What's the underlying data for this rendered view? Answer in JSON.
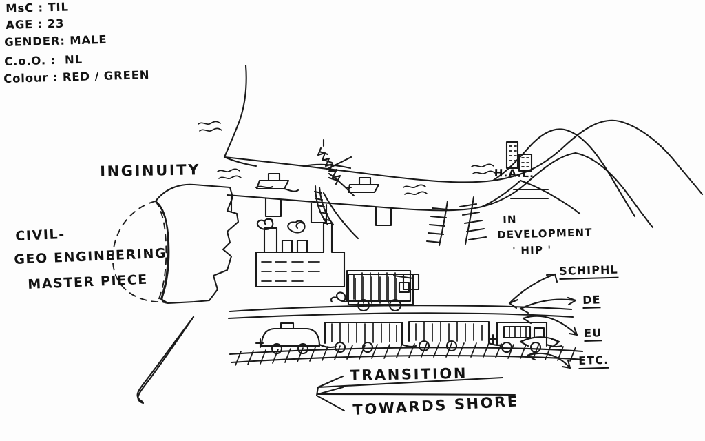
{
  "sketch": {
    "title": "Hand-drawn port transition sketch",
    "ink_color": "#1a1a1a",
    "paper_color": "#fdfdfd"
  },
  "metadata_block": {
    "lines": [
      "MsC : TIL",
      "AGE : 23",
      "GENDER: MALE",
      "C.o.O. :  NL",
      "Colour : RED / GREEN"
    ]
  },
  "labels": {
    "ingenuity": "INGINUITY",
    "civil": "CIVIL-",
    "geo_engineering": "GEO ENGINEERING",
    "master_piece": "MASTER PIECE",
    "hal": "H.A.L.",
    "in_development_1": "IN",
    "in_development_2": "DEVELOPMENT",
    "in_development_3": "' HIP '",
    "transition": "TRANSITION",
    "towards_shore": "TOWARDS SHORE"
  },
  "destinations": [
    {
      "label": "SCHIPHL"
    },
    {
      "label": "DE"
    },
    {
      "label": "EU"
    },
    {
      "label": "ETC."
    }
  ],
  "scene_elements": [
    {
      "name": "reclaimed-land",
      "note": "angular land mass at left with dashed extension"
    },
    {
      "name": "dashed-extension",
      "note": "planned land reclamation outline"
    },
    {
      "name": "waterway",
      "note": "curved channel across upper middle"
    },
    {
      "name": "wave-symbols",
      "note": "four double-tilde water marks"
    },
    {
      "name": "boat-left",
      "note": "small vessel with cabin"
    },
    {
      "name": "boat-right",
      "note": "small vessel with cabin"
    },
    {
      "name": "harbour-crane",
      "note": "lattice crane with boom at quay"
    },
    {
      "name": "quay-piers",
      "note": "vertical pier legs along the channel"
    },
    {
      "name": "hatched-jetties",
      "note": "two hatched finger piers near hill"
    },
    {
      "name": "factory",
      "note": "industrial plant with three smokestacks and smoke puffs"
    },
    {
      "name": "warehouse",
      "note": "striped shed building"
    },
    {
      "name": "hill",
      "note": "rolling hill on the right with buildings"
    },
    {
      "name": "hal-buildings",
      "note": "two tower blocks with windows"
    },
    {
      "name": "road",
      "note": "double-line highway"
    },
    {
      "name": "truck",
      "note": "right-facing lorry with striped trailer"
    },
    {
      "name": "railway",
      "note": "track with sleepers"
    },
    {
      "name": "tank-wagon",
      "note": "cylindrical tanker car"
    },
    {
      "name": "boxcar-1",
      "note": "striped freight wagon"
    },
    {
      "name": "boxcar-2",
      "note": "striped freight wagon"
    },
    {
      "name": "locomotive",
      "note": "engine with windows at head of train"
    },
    {
      "name": "connector-arrows",
      "note": "four curved double-headed arrows to destinations"
    },
    {
      "name": "transition-arrow",
      "note": "large left-pointing arrow"
    },
    {
      "name": "coastline",
      "note": "diagonal shoreline stroke to lower left"
    }
  ]
}
